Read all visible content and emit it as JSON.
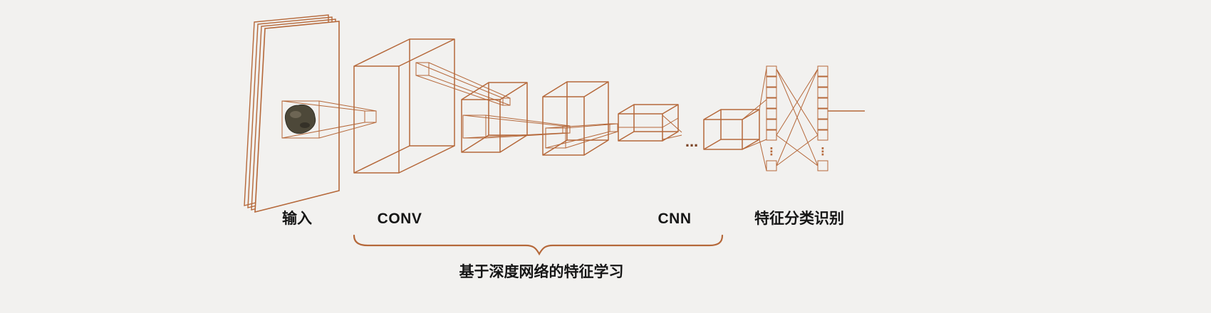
{
  "page": {
    "background": "#f2f1ef",
    "accent_color": "#b5683a",
    "text_color": "#161616"
  },
  "diagram": {
    "labels": {
      "input": "输入",
      "conv": "CONV",
      "cnn": "CNN",
      "feature_classification": "特征分类识别",
      "brace_caption": "基于深度网络的特征学习"
    },
    "ellipsis": {
      "horizontal": "...",
      "vertical_left": "⋮",
      "vertical_right": "⋮"
    }
  }
}
